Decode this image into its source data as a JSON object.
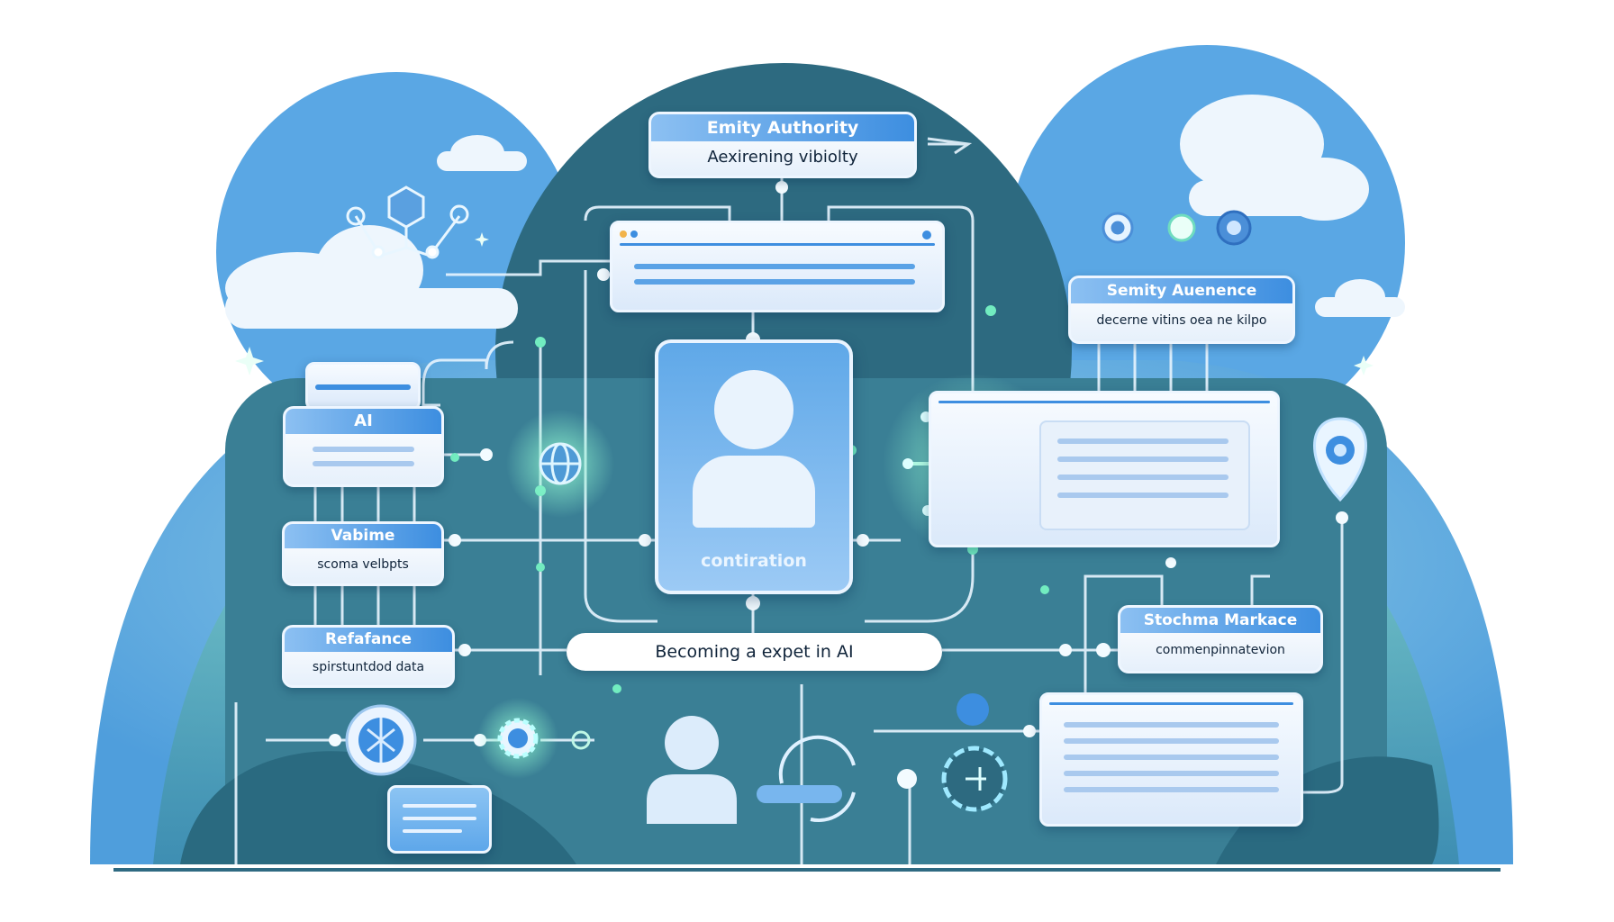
{
  "boxes": {
    "entity_authority": {
      "title": "Emity Authority",
      "subtitle": "Aexirening vibiolty"
    },
    "semity_auenence": {
      "title": "Semity Auenence",
      "subtitle": "decerne vitins oea ne kilpo"
    },
    "ai": {
      "title": "AI"
    },
    "vabime": {
      "title": "Vabime",
      "subtitle": "scoma velbpts"
    },
    "refafance": {
      "title": "Refafance",
      "subtitle": "spirstuntdod data"
    },
    "stochma_markace": {
      "title": "Stochma Markace",
      "subtitle": "commenpinnatevion"
    }
  },
  "profile_card": {
    "label": "contiration"
  },
  "center_pill": {
    "label": "Becoming a expet in AI"
  },
  "colors": {
    "dark_teal": "#2f6a82",
    "accent_blue": "#3d8ee0",
    "glow_green": "#5fe3b5",
    "sky_blue": "#6fb0ea"
  },
  "icons": [
    "hexagon-network-icon",
    "globe-icon",
    "gear-icon",
    "hub-icon",
    "location-pin-icon",
    "aperture-icon",
    "refresh-icon",
    "timer-icon",
    "user-icon",
    "cloud-icon"
  ]
}
